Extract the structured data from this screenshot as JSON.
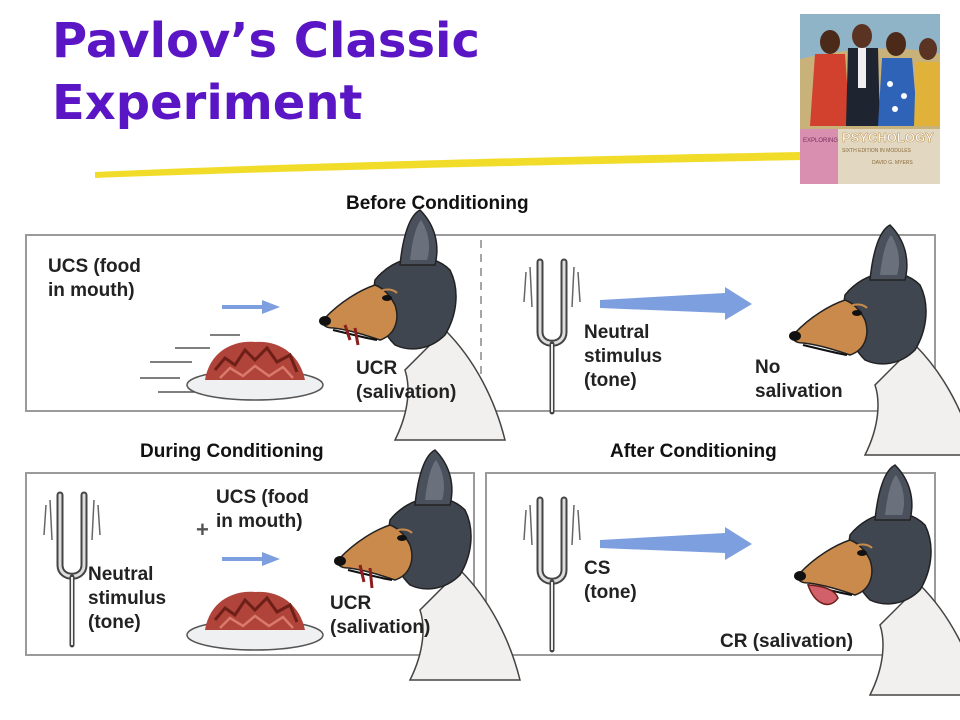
{
  "title": {
    "line1": "Pavlov’s Classic",
    "line2": "Experiment"
  },
  "book_cover": {
    "series": "EXPLORING",
    "title": "PSYCHOLOGY",
    "subtitle": "SIXTH EDITION IN MODULES",
    "author": "DAVID G. MYERS"
  },
  "sections": {
    "before": {
      "heading": "Before Conditioning",
      "left": {
        "stimulus": [
          "UCS (food",
          "in mouth)"
        ],
        "response": [
          "UCR",
          "(salivation)"
        ]
      },
      "right": {
        "stimulus": [
          "Neutral",
          "stimulus",
          "(tone)"
        ],
        "response": [
          "No",
          "salivation"
        ]
      }
    },
    "during": {
      "heading": "During Conditioning",
      "stimulus_a": [
        "Neutral",
        "stimulus",
        "(tone)"
      ],
      "plus": "+",
      "stimulus_b": [
        "UCS (food",
        "in mouth)"
      ],
      "response": [
        "UCR",
        "(salivation)"
      ]
    },
    "after": {
      "heading": "After Conditioning",
      "stimulus": [
        "CS",
        "(tone)"
      ],
      "response": "CR (salivation)"
    }
  },
  "colors": {
    "title": "#5a16c4",
    "arrow": "#7d9fe0",
    "highlight": "#f2dc2a",
    "panel_border": "#9a9a9a"
  }
}
